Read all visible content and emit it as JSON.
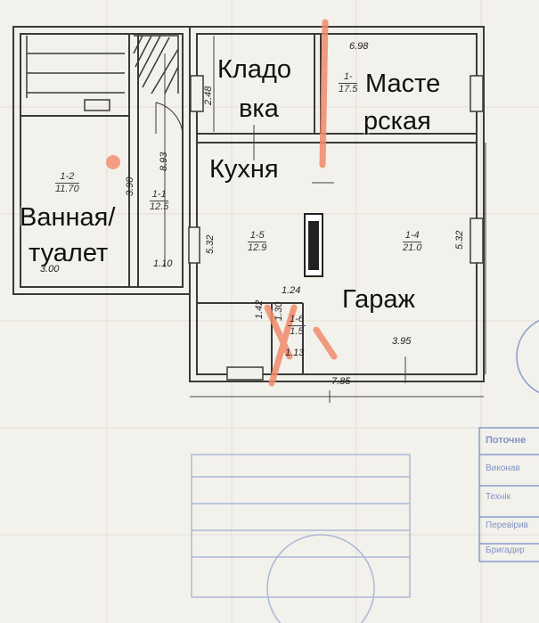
{
  "rooms": {
    "kladovka_line1": "Кладо",
    "kladovka_line2": "вка",
    "masterskaya_line1": "Масте",
    "masterskaya_line2": "рская",
    "kukhnya": "Кухня",
    "vannaya_line1": "Ванная/",
    "vannaya_line2": "туалет",
    "garazh": "Гараж"
  },
  "room_numbers": [
    {
      "id": "1-2",
      "area": "11.70"
    },
    {
      "id": "1-1",
      "area": "12.5"
    },
    {
      "id": "1-5",
      "area": "12.9"
    },
    {
      "id": "1-4",
      "area": "21.0"
    },
    {
      "id": "1-6",
      "area": "1.5"
    },
    {
      "id": "1-",
      "area": "17.5"
    }
  ],
  "dimensions": {
    "d_698": "6.98",
    "d_248": "2.48",
    "d_893": "8.93",
    "d_390": "3.90",
    "d_532_left": "5.32",
    "d_532_right": "5.32",
    "d_110": "1.10",
    "d_300": "3.00",
    "d_124": "1.24",
    "d_142": "1.42",
    "d_130": "1.30",
    "d_113": "1.13",
    "d_395": "3.95",
    "d_785": "7.85"
  },
  "stamp": {
    "title": "Поточне",
    "lines": [
      "Виконав",
      "Технік",
      "Перевірив",
      "Бригадир"
    ]
  },
  "colors": {
    "paper": "#f3f1ec",
    "wall": "#3a3a3a",
    "red_mark": "#f08a6a",
    "stamp_blue": "#7f93c4"
  }
}
